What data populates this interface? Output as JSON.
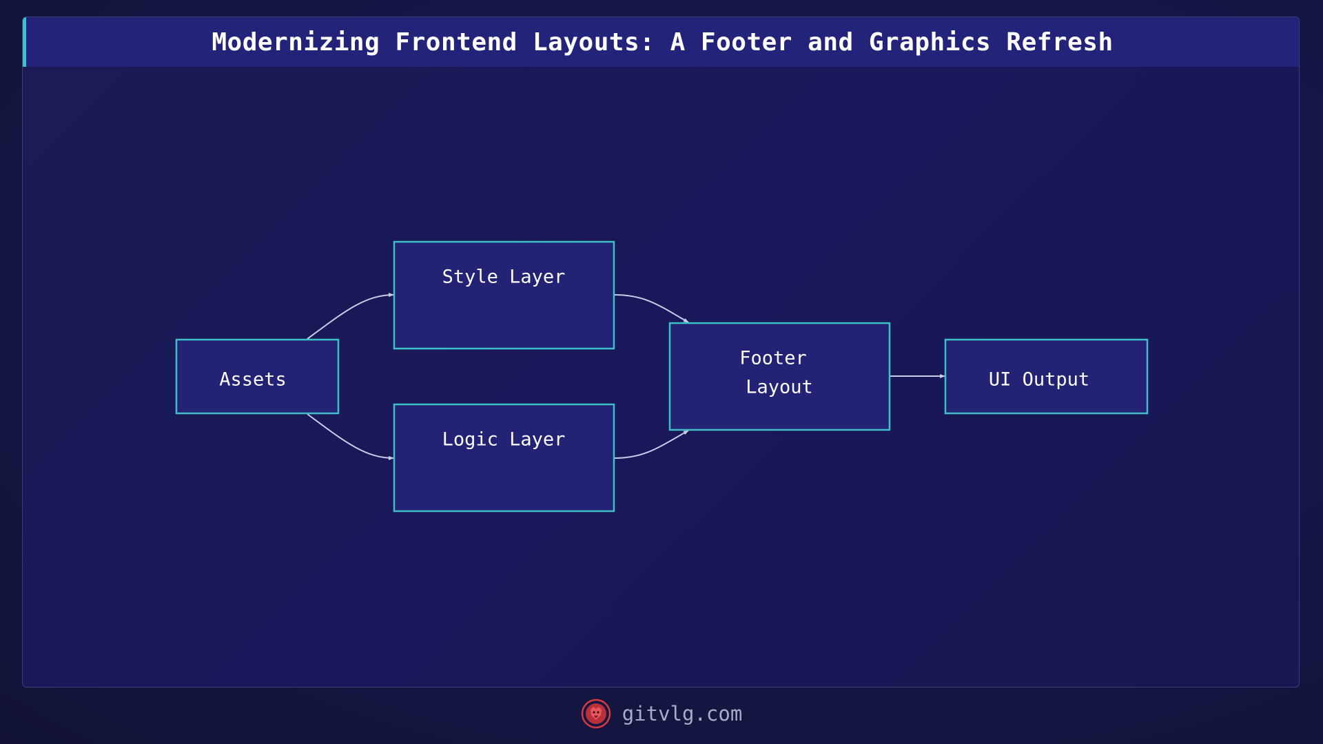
{
  "title": "Modernizing Frontend Layouts: A Footer and Graphics Refresh",
  "diagram": {
    "nodes": [
      {
        "id": "assets",
        "label": "Assets"
      },
      {
        "id": "style",
        "label": "Style Layer"
      },
      {
        "id": "logic",
        "label": "Logic Layer"
      },
      {
        "id": "footer",
        "label_line1": "Footer",
        "label_line2": "Layout"
      },
      {
        "id": "ui",
        "label": "UI Output"
      }
    ],
    "edges": [
      {
        "from": "assets",
        "to": "style"
      },
      {
        "from": "assets",
        "to": "logic"
      },
      {
        "from": "style",
        "to": "footer"
      },
      {
        "from": "logic",
        "to": "footer"
      },
      {
        "from": "footer",
        "to": "ui"
      }
    ]
  },
  "footer": {
    "site": "gitvlg.com",
    "logo_icon": "lion-head-icon"
  },
  "colors": {
    "node_border": "#3fc0c6",
    "node_fill": "#232275",
    "accent": "#3cc3c8",
    "logo": "#d9383f"
  }
}
